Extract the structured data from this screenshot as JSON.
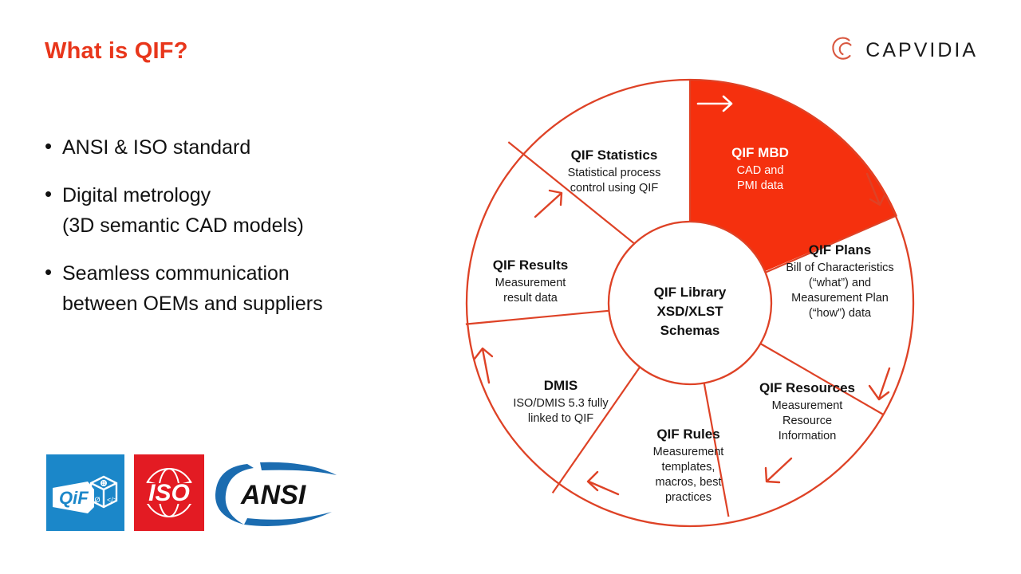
{
  "slide": {
    "title": "What is QIF?",
    "title_color": "#E8361B",
    "background": "#ffffff"
  },
  "brand": {
    "name": "CAPVIDIA",
    "mark_icon": "capvidia-c-mark-icon",
    "mark_color": "#D9573F"
  },
  "bullets": [
    {
      "text": "ANSI & ISO standard"
    },
    {
      "text": "Digital metrology\n(3D semantic CAD models)"
    },
    {
      "text": "Seamless communication\nbetween OEMs and suppliers"
    }
  ],
  "standards_logos": [
    {
      "name": "QiF",
      "icon": "qif-logo-icon",
      "bg": "#1B87C9"
    },
    {
      "name": "ISO",
      "icon": "iso-logo-icon",
      "bg": "#E31B23"
    },
    {
      "name": "ANSI",
      "icon": "ansi-logo-icon",
      "bg": "#1B6CB0"
    }
  ],
  "wheel": {
    "accent_color": "#F5300E",
    "outline_color": "#DE4226",
    "hub": {
      "line1": "QIF Library",
      "line2": "XSD/XLST",
      "line3": "Schemas"
    },
    "segments": [
      {
        "id": "qif-mbd",
        "title": "QIF MBD",
        "desc_lines": [
          "CAD and",
          "PMI data"
        ],
        "highlighted": true,
        "fill": "#F5300E",
        "start_angle": -90,
        "end_angle": -22
      },
      {
        "id": "qif-plans",
        "title": "QIF Plans",
        "desc_lines": [
          "Bill of Characteristics",
          "(“what”) and",
          "Measurement Plan",
          "(“how”) data"
        ],
        "highlighted": false,
        "fill": "#ffffff",
        "start_angle": -22,
        "end_angle": 30
      },
      {
        "id": "qif-resources",
        "title": "QIF Resources",
        "desc_lines": [
          "Measurement",
          "Resource",
          "Information"
        ],
        "highlighted": false,
        "fill": "#ffffff",
        "start_angle": 30,
        "end_angle": 80
      },
      {
        "id": "qif-rules",
        "title": "QIF Rules",
        "desc_lines": [
          "Measurement",
          "templates,",
          "macros, best",
          "practices"
        ],
        "highlighted": false,
        "fill": "#ffffff",
        "start_angle": 80,
        "end_angle": 128
      },
      {
        "id": "dmis",
        "title": "DMIS",
        "desc_lines": [
          "ISO/DMIS 5.3 fully",
          "linked to QIF"
        ],
        "highlighted": false,
        "fill": "#ffffff",
        "start_angle": 128,
        "end_angle": 178
      },
      {
        "id": "qif-results",
        "title": "QIF Results",
        "desc_lines": [
          "Measurement",
          "result data"
        ],
        "highlighted": false,
        "fill": "#ffffff",
        "start_angle": 178,
        "end_angle": 228
      },
      {
        "id": "qif-statistics",
        "title": "QIF Statistics",
        "desc_lines": [
          "Statistical process",
          "control using QIF"
        ],
        "highlighted": false,
        "fill": "#ffffff",
        "start_angle": 228,
        "end_angle": 270
      }
    ],
    "flow_arrows": 7,
    "flow_direction": "clockwise"
  }
}
